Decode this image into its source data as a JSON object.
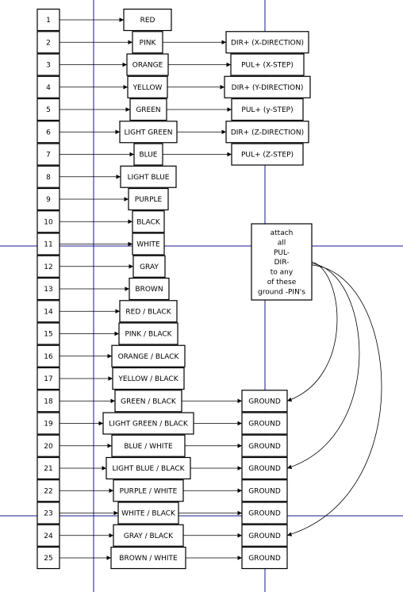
{
  "pins": [
    "1",
    "2",
    "3",
    "4",
    "5",
    "6",
    "7",
    "8",
    "9",
    "10",
    "11",
    "12",
    "13",
    "14",
    "15",
    "16",
    "17",
    "18",
    "19",
    "20",
    "21",
    "22",
    "23",
    "24",
    "25"
  ],
  "wires": [
    "RED",
    "PINK",
    "ORANGE",
    "YELLOW",
    "GREEN",
    "LIGHT GREEN",
    "BLUE",
    "LIGHT BLUE",
    "PURPLE",
    "BLACK",
    "WHITE",
    "GRAY",
    "BROWN",
    "RED / BLACK",
    "PINK / BLACK",
    "ORANGE / BLACK",
    "YELLOW / BLACK",
    "GREEN / BLACK",
    "LIGHT GREEN / BLACK",
    "BLUE / WHITE",
    "LIGHT BLUE / BLACK",
    "PURPLE / WHITE",
    "WHITE / BLACK",
    "GRAY / BLACK",
    "BROWN / WHITE"
  ],
  "signals": [
    "DIR+ (X-DIRECTION)",
    "PUL+ (X-STEP)",
    "DIR+ (Y-DIRECTION)",
    "PUL+ (y-STEP)",
    "DIR+ (Z-DIRECTION)",
    "PUL+ (Z-STEP)"
  ],
  "ground_label": "GROUND",
  "note_lines": [
    "attach",
    "all",
    "PUL-",
    "DIR-",
    "to any",
    "of these",
    "ground -PIN's"
  ],
  "colors": {
    "guide_lines": "#1a1a8c",
    "lines": "#000000"
  }
}
